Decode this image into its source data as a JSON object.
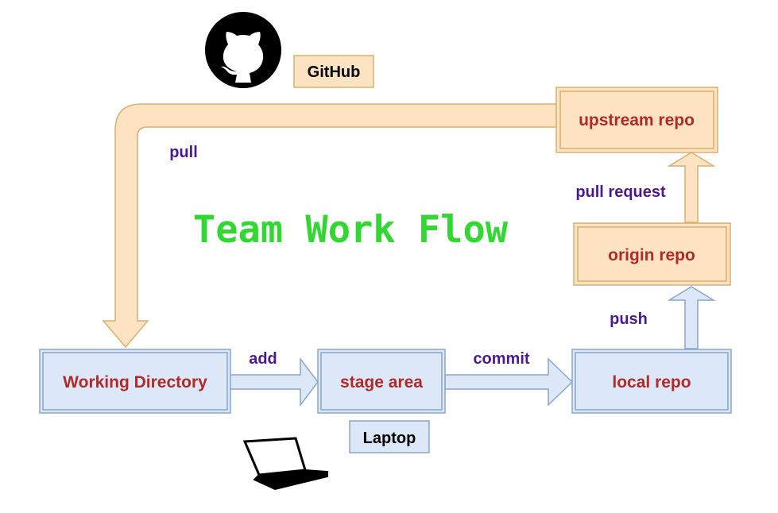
{
  "title": "Team Work Flow",
  "colors": {
    "title": "#33d633",
    "box_text": "#b02a2a",
    "arrow_label": "#4a1a8c",
    "blue_fill": "#dce8f8",
    "blue_stroke": "#8aa6c8",
    "orange_fill": "#fde3c1",
    "orange_stroke": "#d8b070"
  },
  "groups": {
    "github": {
      "label": "GitHub",
      "icon": "github-octocat-icon"
    },
    "laptop": {
      "label": "Laptop",
      "icon": "laptop-icon"
    }
  },
  "nodes": {
    "working_directory": "Working Directory",
    "stage_area": "stage area",
    "local_repo": "local repo",
    "origin_repo": "origin repo",
    "upstream_repo": "upstream repo"
  },
  "edges": {
    "add": "add",
    "commit": "commit",
    "push": "push",
    "pull_request": "pull request",
    "pull": "pull"
  }
}
